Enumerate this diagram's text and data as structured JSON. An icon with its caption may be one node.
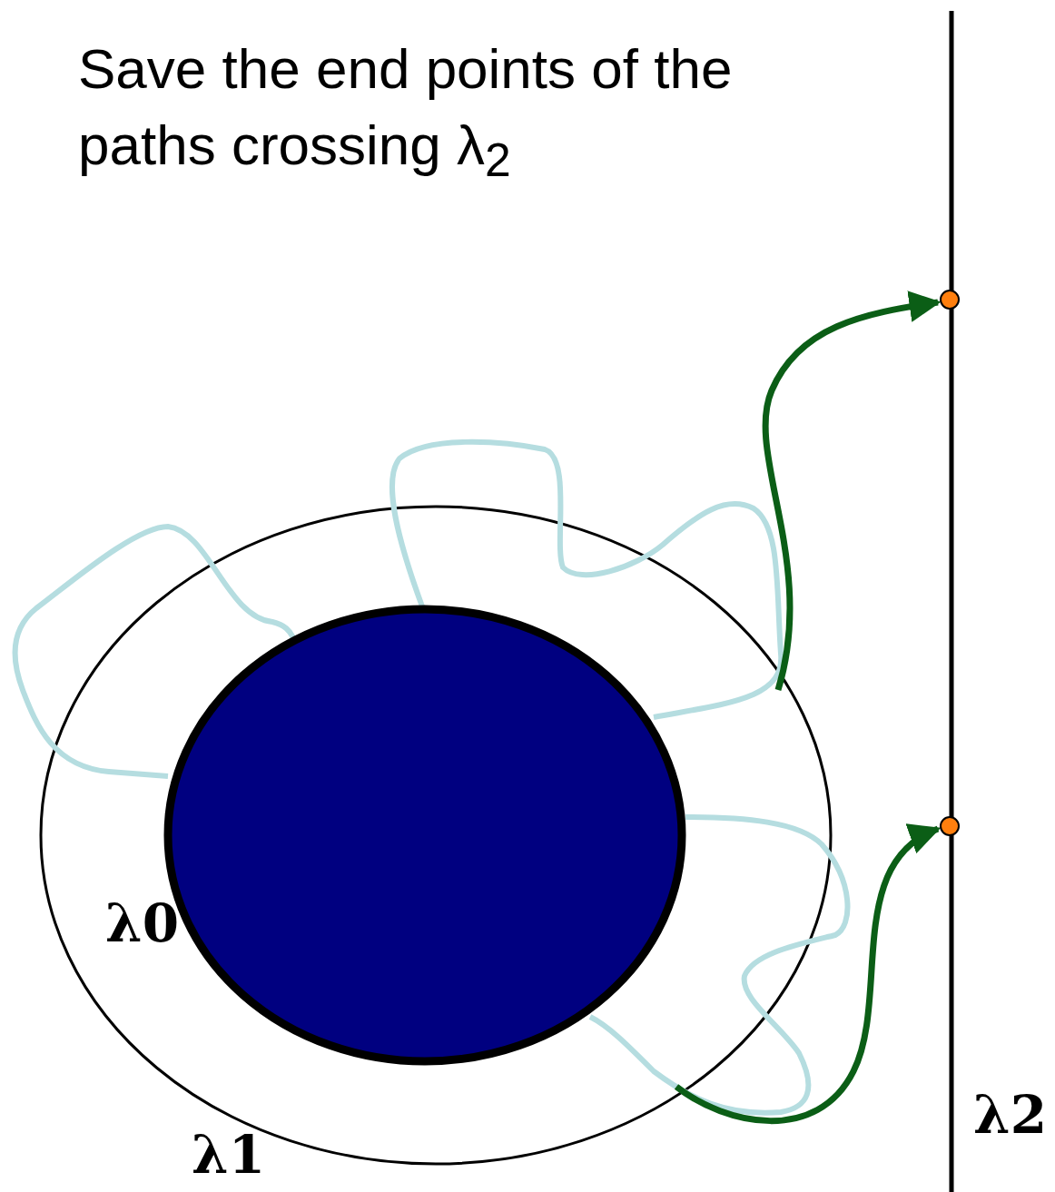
{
  "diagram": {
    "title": "Save the end points of the paths crossing λ$_{2}$",
    "nodes": [
      {
        "text": [],
        "shape": "circle"
      },
      {
        "text": [],
        "shape": "circle"
      }
    ],
    "edges": [
      {
        "from": null,
        "to": 0,
        "arrow": "to"
      },
      {
        "from": null,
        "to": 1,
        "arrow": "to"
      }
    ],
    "labels": [
      "λ0",
      "λ1",
      "λ2"
    ]
  }
}
